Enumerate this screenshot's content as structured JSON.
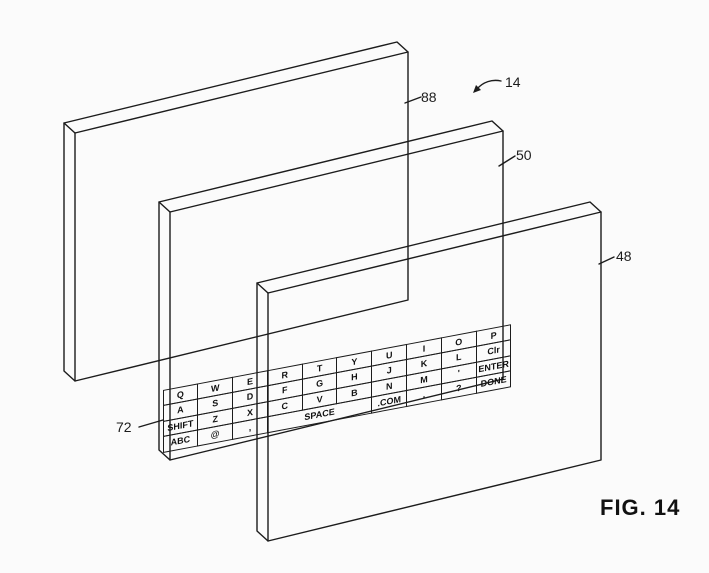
{
  "figure": {
    "label": "FIG. 14",
    "references": {
      "assembly": "14",
      "panel_back": "88",
      "panel_middle": "50",
      "panel_front": "48",
      "keyboard": "72"
    }
  },
  "keyboard": {
    "rows": [
      [
        "Q",
        "W",
        "E",
        "R",
        "T",
        "Y",
        "U",
        "I",
        "O",
        "P"
      ],
      [
        "A",
        "S",
        "D",
        "F",
        "G",
        "H",
        "J",
        "K",
        "L",
        "Clr"
      ],
      [
        "SHIFT",
        "Z",
        "X",
        "C",
        "V",
        "B",
        "N",
        "M",
        "'",
        "ENTER"
      ],
      [
        "ABC",
        "@",
        ",",
        "SPACE",
        ".COM",
        ".",
        "?",
        "DONE"
      ]
    ],
    "spans": {
      "3,3": 3
    }
  },
  "colors": {
    "line": "#1c1c1c",
    "background": "#fbfbfb",
    "text": "#111111"
  }
}
